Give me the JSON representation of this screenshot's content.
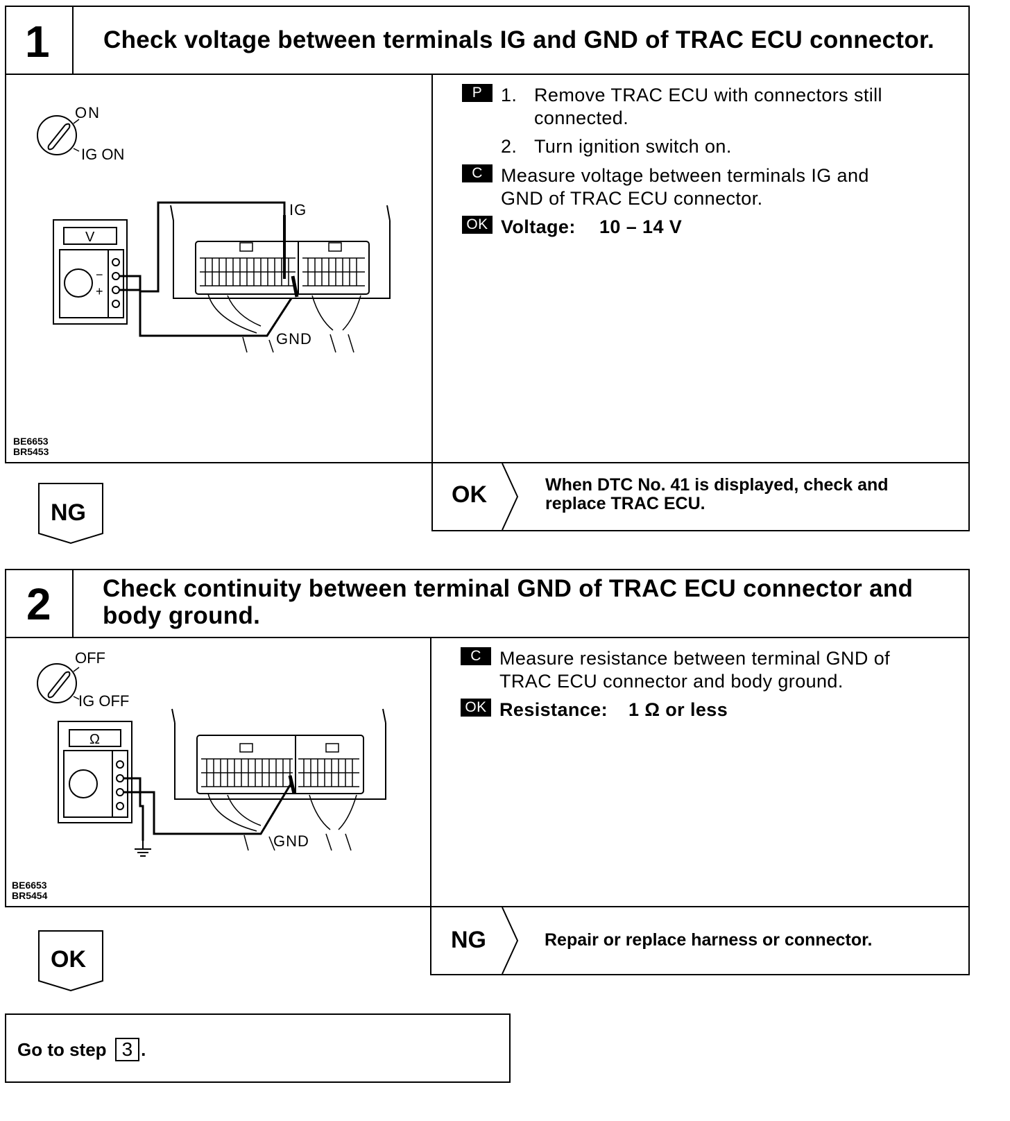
{
  "step1": {
    "number": "1",
    "title": "Check voltage between terminals IG and GND of TRAC ECU connector.",
    "figure": {
      "switch_pos": "ON",
      "switch_label": "IG ON",
      "meter_label": "V",
      "terminal_ig": "IG",
      "terminal_gnd": "GND",
      "code_1": "BE6653",
      "code_2": "BR5453"
    },
    "tags": {
      "p": "P",
      "c": "C",
      "ok": "OK"
    },
    "items": [
      {
        "num": "1.",
        "text_line1": "Remove TRAC ECU with connectors still",
        "text_line2": "connected."
      },
      {
        "num": "2.",
        "text_line1": "Turn ignition switch on."
      }
    ],
    "measure_line1": "Measure voltage between terminals IG and",
    "measure_line2": "GND of TRAC ECU connector.",
    "spec_label": "Voltage:",
    "spec_value": "10 – 14 V",
    "result_label": "OK",
    "result_text_line1": "When DTC No. 41 is displayed, check and",
    "result_text_line2": "replace TRAC ECU.",
    "flow_label": "NG"
  },
  "step2": {
    "number": "2",
    "title_line1": "Check continuity between terminal GND of TRAC ECU connector and",
    "title_line2": "body ground.",
    "figure": {
      "switch_pos": "OFF",
      "switch_label": "IG OFF",
      "meter_label": "Ω",
      "terminal_gnd": "GND",
      "code_1": "BE6653",
      "code_2": "BR5454"
    },
    "tags": {
      "c": "C",
      "ok": "OK"
    },
    "measure_line1": "Measure resistance between terminal GND of",
    "measure_line2": "TRAC ECU connector and body ground.",
    "spec_label": "Resistance:",
    "spec_value": "1 Ω or less",
    "result_label": "NG",
    "result_text": "Repair or replace harness or connector.",
    "flow_label": "OK"
  },
  "goto": {
    "text": "Go to step",
    "step": "3",
    "period": "."
  }
}
